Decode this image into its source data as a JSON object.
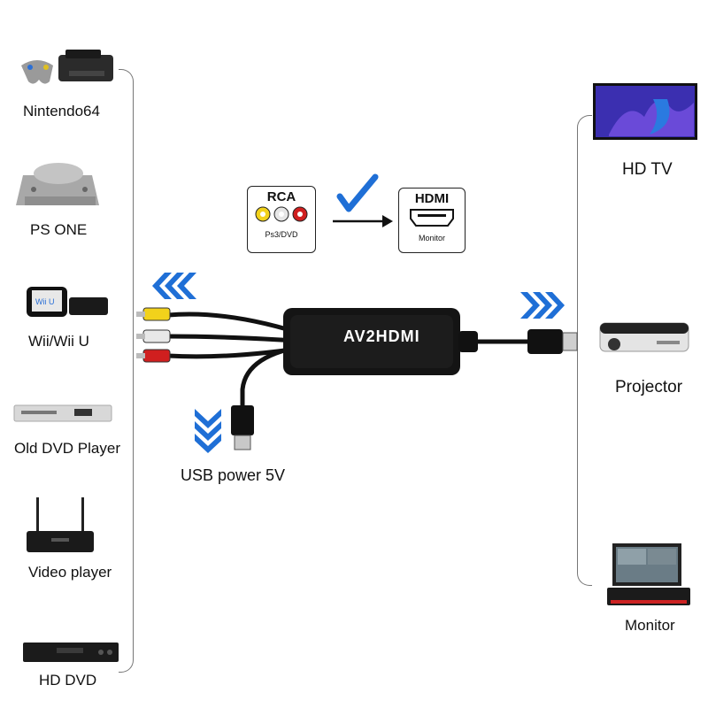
{
  "left_devices": [
    {
      "label": "Nintendo64",
      "icon": "game-console-icon"
    },
    {
      "label": "PS ONE",
      "icon": "playstation-icon"
    },
    {
      "label": "Wii/Wii U",
      "icon": "wii-icon"
    },
    {
      "label": "Old DVD Player",
      "icon": "dvd-player-icon"
    },
    {
      "label": "Video player",
      "icon": "router-player-icon"
    },
    {
      "label": "HD DVD",
      "icon": "hd-dvd-icon"
    }
  ],
  "right_devices": [
    {
      "label": "HD TV",
      "icon": "tv-icon"
    },
    {
      "label": "Projector",
      "icon": "projector-icon"
    },
    {
      "label": "Monitor",
      "icon": "monitor-icon"
    }
  ],
  "conversion": {
    "input_label": "RCA",
    "input_sub": "Ps3/DVD",
    "output_label": "HDMI",
    "output_sub": "Monitor"
  },
  "adapter_label": "AV2HDMI",
  "usb_label": "USB power 5V",
  "colors": {
    "accent_blue": "#1f6fd6",
    "rca_yellow": "#f2d21b",
    "rca_white": "#e6e6e6",
    "rca_red": "#d01f1f"
  }
}
